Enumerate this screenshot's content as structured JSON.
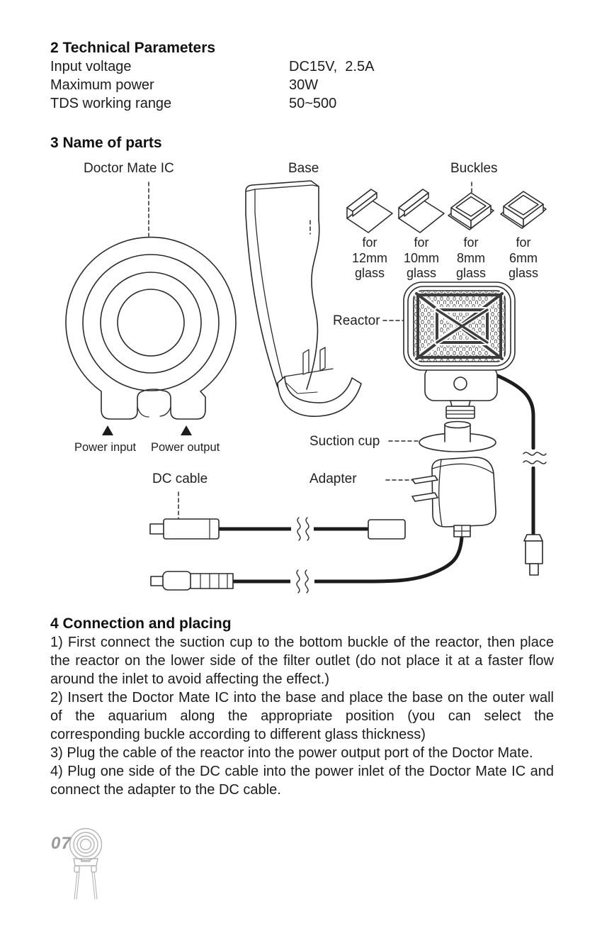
{
  "tech_params": {
    "heading": "2 Technical Parameters",
    "rows": [
      {
        "label": "Input voltage",
        "value": "DC15V,  2.5A"
      },
      {
        "label": "Maximum power",
        "value": "30W"
      },
      {
        "label": "TDS working range",
        "value": "50~500"
      }
    ]
  },
  "parts": {
    "heading": "3 Name of parts",
    "labels": {
      "doctor_mate_ic": "Doctor Mate IC",
      "base": "Base",
      "buckles": "Buckles",
      "reactor": "Reactor",
      "suction_cup": "Suction cup",
      "dc_cable": "DC cable",
      "adapter": "Adapter",
      "power_input": "Power input",
      "power_output": "Power output"
    },
    "buckle_captions": [
      "for\n12mm\nglass",
      "for\n10mm\nglass",
      "for\n8mm\nglass",
      "for\n6mm\nglass"
    ]
  },
  "connection": {
    "heading": "4 Connection and placing",
    "steps": [
      "1) First connect the suction cup to the bottom buckle of the reactor, then place the reactor on the lower side of the filter outlet (do not place it at a faster flow around the inlet to avoid affecting the effect.)",
      "2) Insert the Doctor Mate IC into the base and place the base on the outer wall of the aquarium along the appropriate position (you can select the corresponding buckle according to different glass thickness)",
      "3) Plug the cable of the reactor into the power output port of the Doctor Mate.",
      "4) Plug one side of the DC cable into the power inlet of the Doctor Mate IC and connect the adapter to the DC cable."
    ]
  },
  "footer": {
    "page_number": "07"
  },
  "colors": {
    "ink": "#2a2a2a",
    "watermark": "#b5b5b5"
  }
}
